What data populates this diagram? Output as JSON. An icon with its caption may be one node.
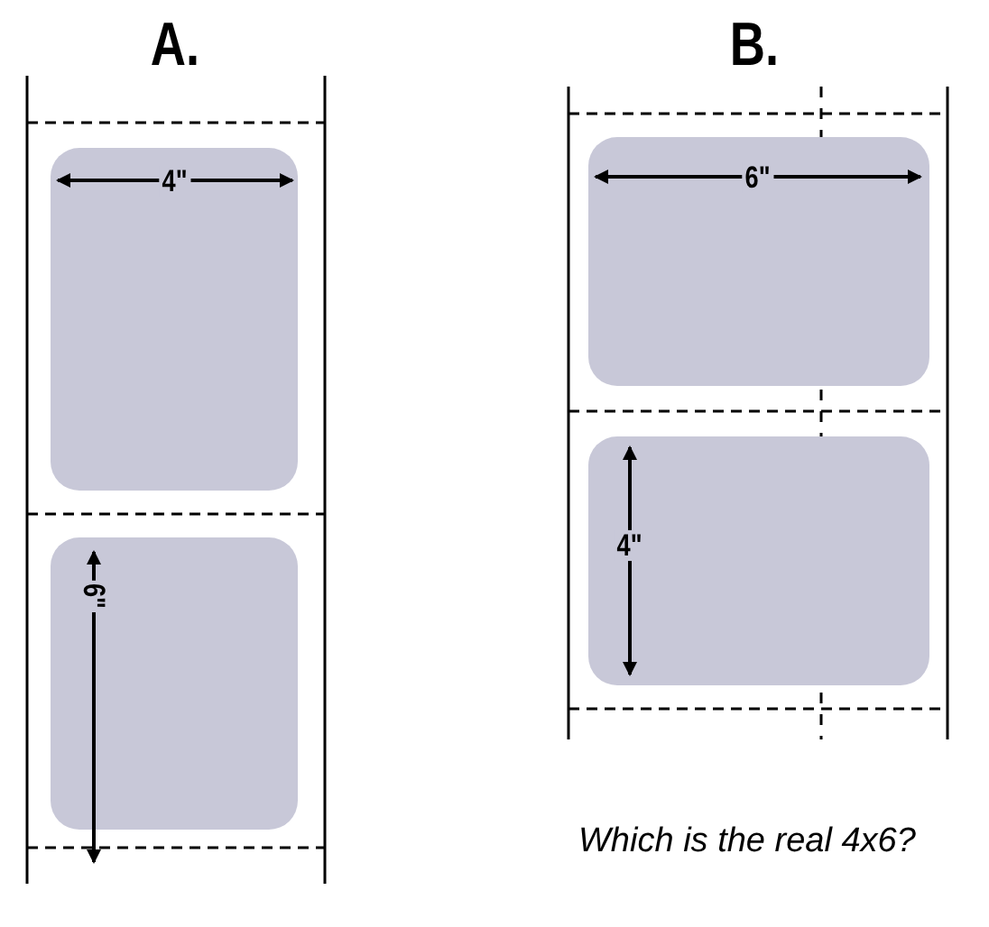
{
  "diagram": {
    "labels": [
      "A.",
      "B.",
      "4\"",
      "6\"",
      "4\"",
      "6\"",
      "Which is the real 4x6?"
    ]
  }
}
